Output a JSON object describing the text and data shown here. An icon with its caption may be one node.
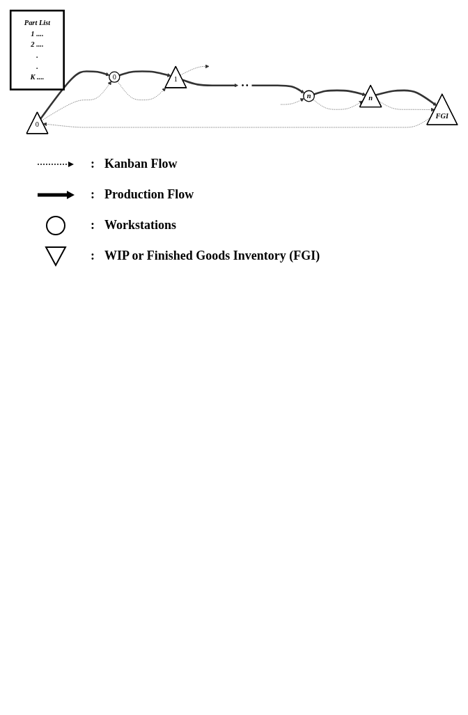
{
  "diagram": {
    "nodes": [
      {
        "text": [
          "Part List",
          "1 ....",
          "2 ....",
          ".",
          ".",
          "K ...."
        ]
      },
      {
        "text": [
          "0"
        ]
      },
      {
        "text": [
          "0"
        ]
      },
      {
        "text": [
          "1"
        ]
      },
      {
        "text": [
          "• •"
        ]
      },
      {
        "text": [
          "n"
        ]
      },
      {
        "text": [
          "n"
        ]
      },
      {
        "text": [
          "FGI"
        ]
      }
    ],
    "edges": [
      {
        "from": 1,
        "to": 2,
        "arrow": "to",
        "style": "thick"
      },
      {
        "from": 2,
        "to": 3,
        "arrow": "to",
        "style": "thick"
      },
      {
        "from": 3,
        "to": 4,
        "arrow": "to",
        "style": "thick"
      },
      {
        "from": 4,
        "to": 5,
        "arrow": "to",
        "style": "thick"
      },
      {
        "from": 5,
        "to": 6,
        "arrow": "to",
        "style": "thick"
      },
      {
        "from": 6,
        "to": 7,
        "arrow": "to",
        "style": "thick"
      },
      {
        "from": 1,
        "to": 2,
        "arrow": "to",
        "style": "dashed"
      },
      {
        "from": 2,
        "to": 3,
        "arrow": "to",
        "style": "dashed"
      },
      {
        "from": 3,
        "to": null,
        "arrow": "to",
        "style": "dashed"
      },
      {
        "from": null,
        "to": 5,
        "arrow": "to",
        "style": "dashed"
      },
      {
        "from": 5,
        "to": 6,
        "arrow": "to",
        "style": "dashed"
      },
      {
        "from": 6,
        "to": 7,
        "arrow": "to",
        "style": "dashed"
      },
      {
        "from": 7,
        "to": 1,
        "arrow": "to",
        "style": "dashed"
      }
    ],
    "labels": [
      ":",
      ":",
      ":",
      ":"
    ],
    "legend": [
      {
        "text": "Kanban Flow"
      },
      {
        "text": "Production Flow"
      },
      {
        "text": "Workstations"
      },
      {
        "text": "WIP or Finished Goods Inventory (FGI)"
      }
    ]
  }
}
